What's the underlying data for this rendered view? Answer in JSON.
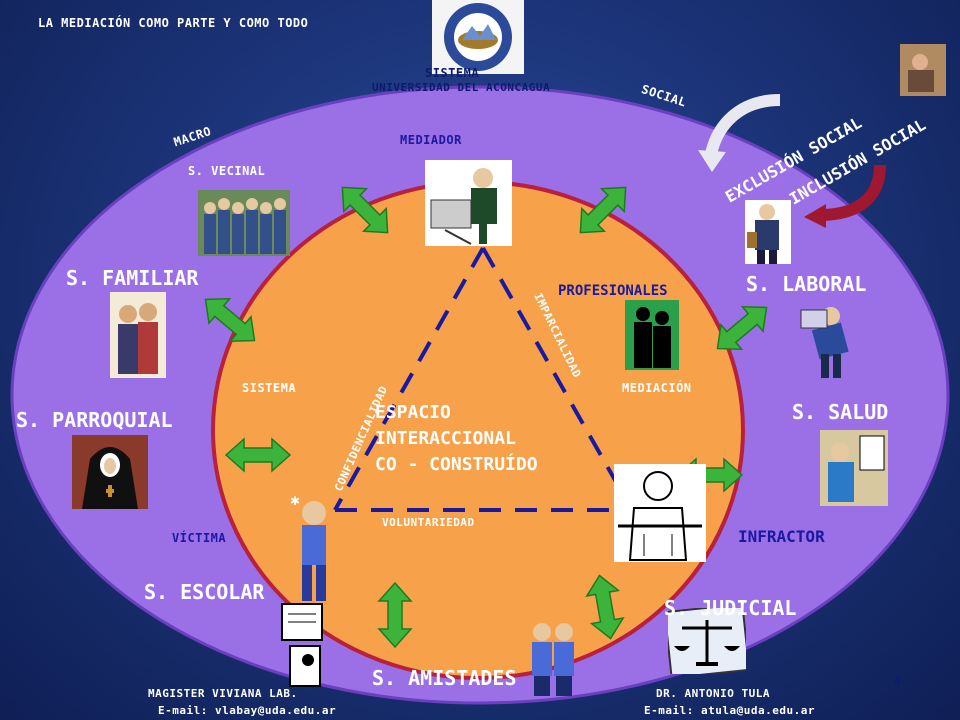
{
  "header": {
    "title": "LA MEDIACIÓN COMO PARTE Y COMO TODO",
    "sistema": "SISTEMA",
    "university": "UNIVERSIDAD DEL ACONCAGUA",
    "social": "SOCIAL",
    "macro": "MACRO",
    "exclusion": "EXCLUSIÓN SOCIAL",
    "inclusion": "INCLUSIÓN SOCIAL"
  },
  "outer_labels": {
    "vecinal": "S. VECINAL",
    "familiar": "S. FAMILIAR",
    "parroquial": "S. PARROQUIAL",
    "escolar": "S. ESCOLAR",
    "amistades": "S. AMISTADES",
    "judicial": "S. JUDICIAL",
    "laboral": "S. LABORAL",
    "salud": "S. SALUD"
  },
  "inner_labels": {
    "mediador": "MEDIADOR",
    "profesionales": "PROFESIONALES",
    "sistema": "SISTEMA",
    "mediacion": "MEDIACIÓN",
    "victima": "VÍCTIMA",
    "infractor": "INFRACTOR",
    "voluntariedad": "VOLUNTARIEDAD",
    "confidencialidad": "CONFIDENCIALIDAD",
    "imparcialidad": "IMPARCIALIDAD",
    "espacio_1": "ESPACIO",
    "espacio_2": "INTERACCIONAL",
    "espacio_3": "CO - CONSTRUÍDO"
  },
  "footer": {
    "left_name": "MAGISTER VIVIANA LAB.",
    "left_email": "E-mail: vlabay@uda.edu.ar",
    "right_name": "DR. ANTONIO TULA",
    "right_email": "E-mail: atula@uda.edu.ar",
    "page_number": "4"
  },
  "colors": {
    "background": "#1c357a",
    "outer_ellipse": "#9b6fe6",
    "inner_ellipse": "#f7a24a",
    "arrow": "#3cb43c",
    "triangle_dash": "#1a1aa0",
    "label_blue": "#1a1aa0"
  },
  "icons": [
    "university-seal-icon",
    "mediator-figure-icon",
    "professionals-silhouette-icon",
    "neighbors-group-icon",
    "family-photo-icon",
    "nun-icon",
    "student-angry-icon",
    "school-desk-icon",
    "friends-icon",
    "scales-of-justice-icon",
    "infractor-figure-icon",
    "doctor-icon",
    "worker-icon",
    "businessman-icon",
    "kids-photo-icon",
    "curved-arrow-icon"
  ]
}
